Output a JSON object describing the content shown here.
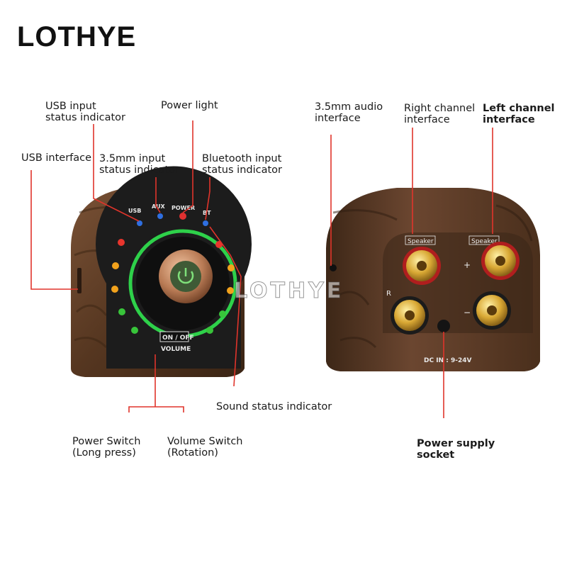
{
  "brand": "LOTHYE",
  "watermark": "LOTHYE",
  "labels": {
    "usb_indicator": [
      "USB input",
      "status indicator"
    ],
    "power_light": "Power light",
    "usb_interface": "USB interface",
    "aux_indicator": [
      "3.5mm input",
      "status indicator"
    ],
    "bt_indicator": [
      "Bluetooth input",
      "status indicator"
    ],
    "sound_indicator": "Sound status indicator",
    "power_switch": [
      "Power Switch",
      "(Long press)"
    ],
    "volume_switch": [
      "Volume Switch",
      "(Rotation)"
    ],
    "audio_interface": [
      "3.5mm audio",
      "interface"
    ],
    "right_channel": [
      "Right channel",
      "interface"
    ],
    "left_channel": [
      "Left channel",
      "interface"
    ],
    "power_socket": [
      "Power supply",
      "socket"
    ]
  },
  "panel": {
    "usb": "USB",
    "aux": "AUX",
    "power": "POWER",
    "bt": "BT",
    "on_off": "ON / OFF",
    "volume": "VOLUME"
  },
  "back": {
    "speaker_left": "Speaker",
    "speaker_right": "Speaker",
    "r_mark": "R",
    "plus": "+",
    "minus": "−",
    "dc_in": "DC IN : 9-24V"
  },
  "colors": {
    "leader_line": "#e0342b",
    "wood": "#5a3a24",
    "ring_green": "#2ed14a"
  }
}
